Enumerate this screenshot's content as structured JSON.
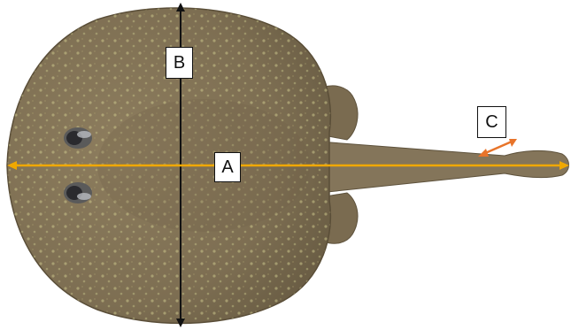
{
  "labels": {
    "a": "A",
    "b": "B",
    "c": "C"
  },
  "colors": {
    "body_fill": "#8a7a5c",
    "body_spots": "#c9c58a",
    "length_arrow": "#f0a800",
    "width_arrow": "#111111",
    "tail_arrow": "#e8742a"
  }
}
